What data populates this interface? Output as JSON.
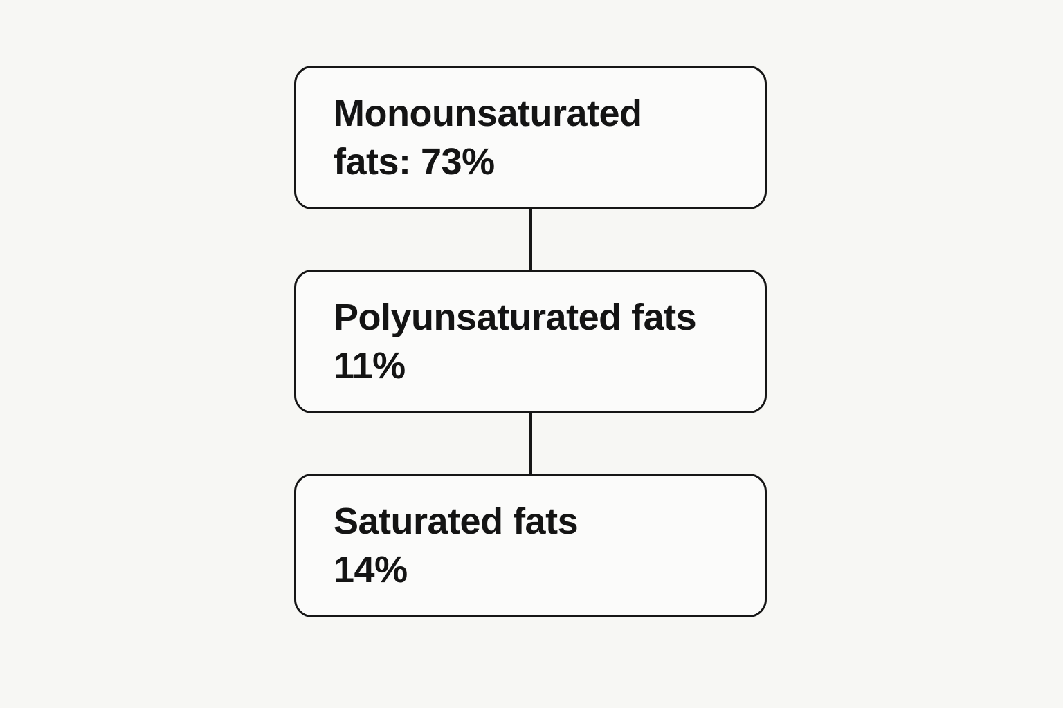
{
  "colors": {
    "background": "#f7f7f4",
    "box_fill": "#fbfbfa",
    "stroke": "#161616",
    "text": "#141414"
  },
  "flowchart": {
    "nodes": [
      {
        "id": "monounsaturated-fats",
        "lines": [
          "Monounsaturated",
          "fats: 73%"
        ],
        "label": "Monounsaturated fats",
        "value_percent": 73
      },
      {
        "id": "polyunsaturated-fats",
        "lines": [
          "Polyunsaturated fats",
          "11%"
        ],
        "label": "Polyunsaturated fats",
        "value_percent": 11
      },
      {
        "id": "saturated-fats",
        "lines": [
          "Saturated fats",
          "14%"
        ],
        "label": "Saturated fats",
        "value_percent": 14
      }
    ]
  }
}
